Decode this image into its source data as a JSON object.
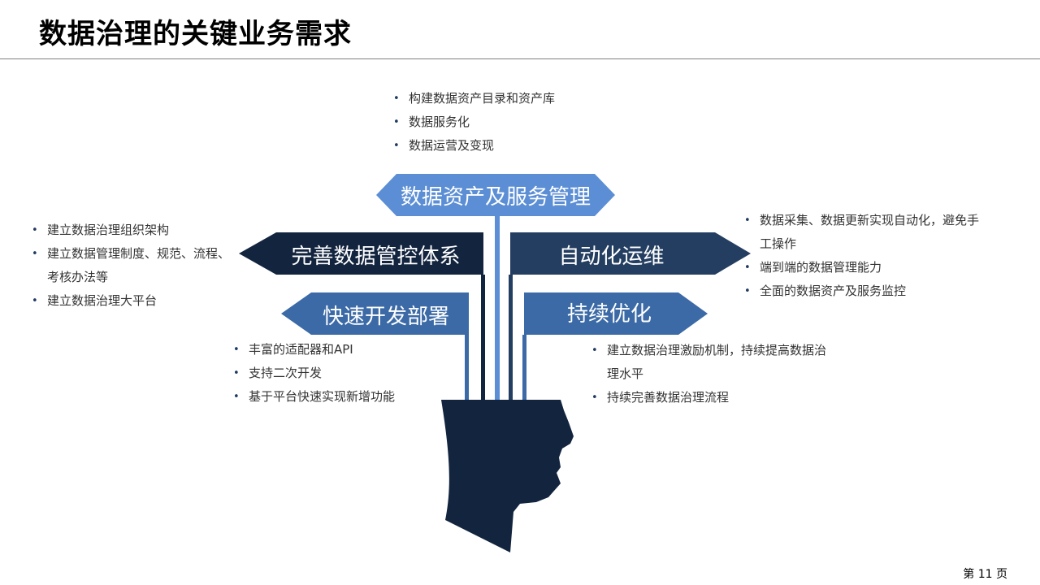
{
  "title": "数据治理的关键业务需求",
  "page_number": "第 11 页",
  "colors": {
    "dark": "#13243f",
    "mid": "#243e61",
    "blue": "#3b6aa6",
    "light": "#5b8ed4"
  },
  "banners": {
    "top": "数据资产及服务管理",
    "left_upper": "完善数据管控体系",
    "right_upper": "自动化运维",
    "left_lower": "快速开发部署",
    "right_lower": "持续优化"
  },
  "bullets": {
    "top": [
      "构建数据资产目录和资产库",
      "数据服务化",
      "数据运营及变现"
    ],
    "left_upper": [
      "建立数据治理组织架构",
      "建立数据管理制度、规范、流程、",
      "考核办法等",
      "建立数据治理大平台"
    ],
    "right_upper": [
      "数据采集、数据更新实现自动化，避免手",
      "工操作",
      "端到端的数据管理能力",
      "全面的数据资产及服务监控"
    ],
    "left_lower": [
      "丰富的适配器和API",
      "支持二次开发",
      "基于平台快速实现新增功能"
    ],
    "right_lower": [
      "建立数据治理激励机制，持续提高数据治",
      "理水平",
      "持续完善数据治理流程"
    ]
  }
}
